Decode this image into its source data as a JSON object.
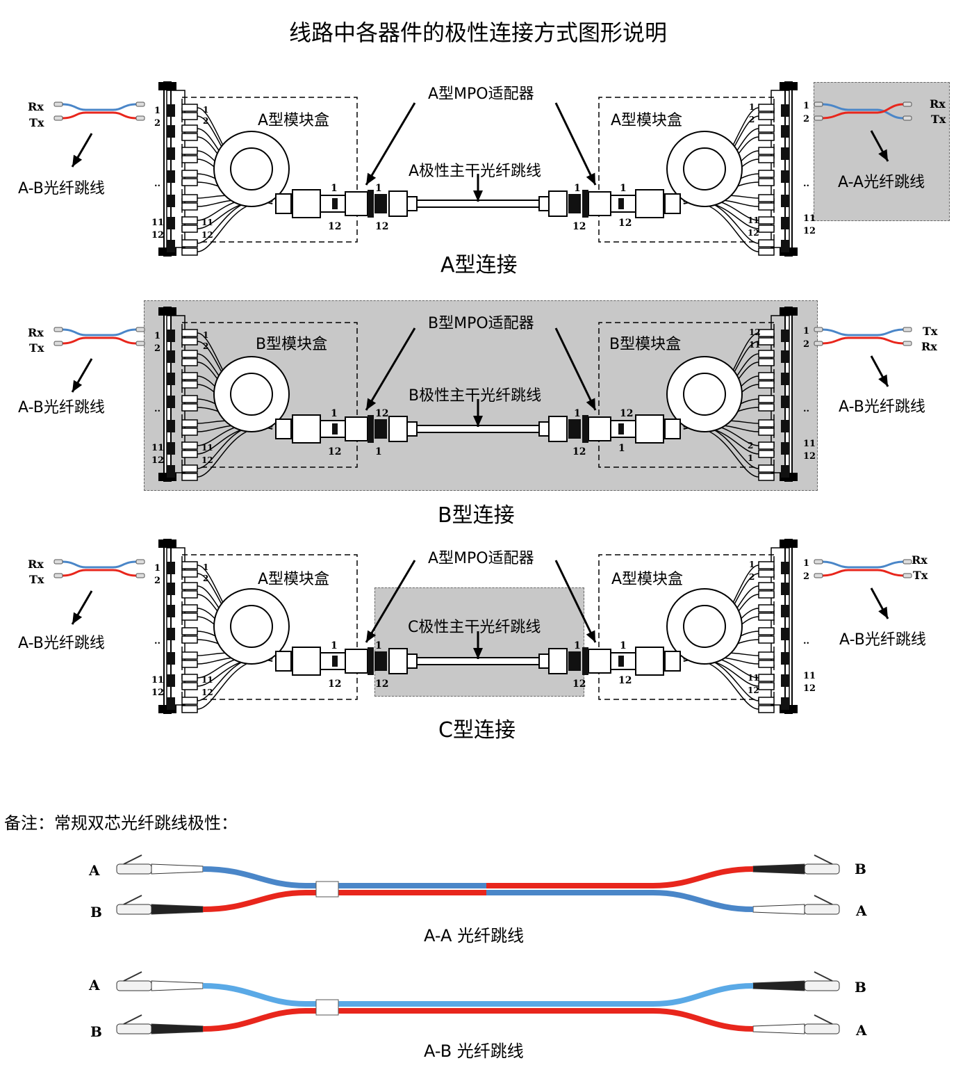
{
  "title": "线路中各器件的极性连接方式图形说明",
  "colors": {
    "blue": "#4a86c8",
    "light_blue": "#5aa9e6",
    "red": "#e8261c",
    "gray_panel": "#c8c8c8"
  },
  "sections": [
    {
      "caption": "A型连接",
      "adapter": "A型MPO适配器",
      "trunk": "A极性主干光纤跳线",
      "left_cassette": "A型模块盒",
      "right_cassette": "A型模块盒",
      "left_patch": {
        "label": "A-B光纤跳线",
        "rx": "Rx",
        "tx": "Tx"
      },
      "right_patch": {
        "label": "A-A光纤跳线",
        "rx": "Rx",
        "tx": "Tx"
      },
      "left_ports": [
        "1",
        "2",
        "..",
        "11",
        "12"
      ],
      "right_ports": [
        "1",
        "2",
        "..",
        "11",
        "12"
      ],
      "fiber_left": [
        "1",
        "2",
        "11",
        "12"
      ],
      "fiber_right": [
        "1",
        "2",
        "11",
        "12"
      ],
      "mpo_left": [
        "1",
        "12"
      ],
      "mpo_mid_left": [
        "1",
        "12"
      ],
      "mpo_mid_right": [
        "1",
        "12"
      ],
      "mpo_right": [
        "1",
        "12"
      ]
    },
    {
      "caption": "B型连接",
      "adapter": "B型MPO适配器",
      "trunk": "B极性主干光纤跳线",
      "left_cassette": "B型模块盒",
      "right_cassette": "B型模块盒",
      "left_patch": {
        "label": "A-B光纤跳线",
        "rx": "Rx",
        "tx": "Tx"
      },
      "right_patch": {
        "label": "A-B光纤跳线",
        "rx": "Tx",
        "tx": "Rx"
      },
      "left_ports": [
        "1",
        "2",
        "..",
        "11",
        "12"
      ],
      "right_ports": [
        "1",
        "2",
        "..",
        "11",
        "12"
      ],
      "fiber_left": [
        "1",
        "2",
        "11",
        "12"
      ],
      "fiber_right": [
        "12",
        "11",
        "2",
        "1"
      ],
      "mpo_left": [
        "1",
        "12"
      ],
      "mpo_mid_left": [
        "12",
        "1"
      ],
      "mpo_mid_right": [
        "1",
        "12"
      ],
      "mpo_right": [
        "12",
        "1"
      ]
    },
    {
      "caption": "C型连接",
      "adapter": "A型MPO适配器",
      "trunk": "C极性主干光纤跳线",
      "left_cassette": "A型模块盒",
      "right_cassette": "A型模块盒",
      "left_patch": {
        "label": "A-B光纤跳线",
        "rx": "Rx",
        "tx": "Tx"
      },
      "right_patch": {
        "label": "A-B光纤跳线",
        "rx": "Rx",
        "tx": "Tx"
      },
      "left_ports": [
        "1",
        "2",
        "..",
        "11",
        "12"
      ],
      "right_ports": [
        "1",
        "2",
        "..",
        "11",
        "12"
      ],
      "fiber_left": [
        "1",
        "2",
        "11",
        "12"
      ],
      "fiber_right": [
        "1",
        "2",
        "11",
        "12"
      ],
      "mpo_left": [
        "1",
        "12"
      ],
      "mpo_mid_left": [
        "1",
        "12"
      ],
      "mpo_mid_right": [
        "1",
        "12"
      ],
      "mpo_right": [
        "1",
        "12"
      ]
    }
  ],
  "note": {
    "heading": "备注：常规双芯光纤跳线极性：",
    "aa": {
      "caption": "A-A 光纤跳线",
      "left_top": "A",
      "left_bottom": "B",
      "right_top": "B",
      "right_bottom": "A"
    },
    "ab": {
      "caption": "A-B 光纤跳线",
      "left_top": "A",
      "left_bottom": "B",
      "right_top": "B",
      "right_bottom": "A"
    }
  }
}
